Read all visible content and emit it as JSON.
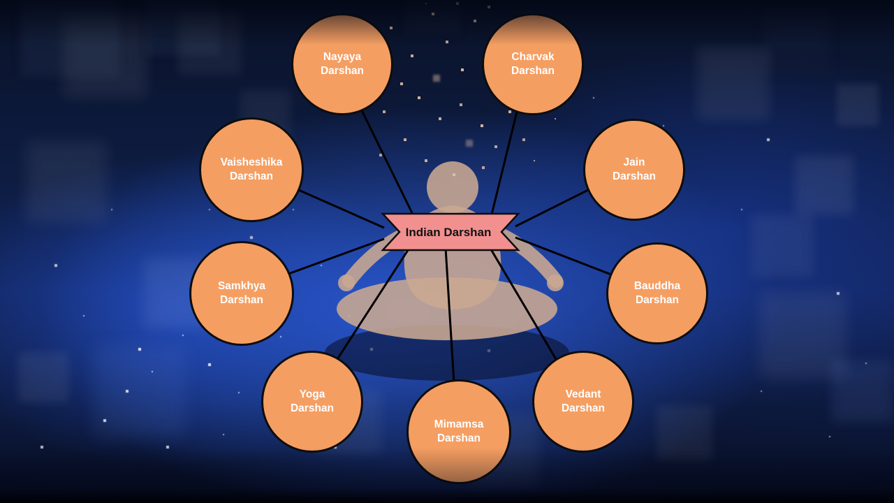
{
  "diagram": {
    "center": {
      "label": "Indian Darshan"
    },
    "nodes": [
      {
        "id": "nayaya",
        "label": "Nayaya Darshan"
      },
      {
        "id": "charvak",
        "label": "Charvak Darshan"
      },
      {
        "id": "vaisheshika",
        "label": "Vaisheshika Darshan"
      },
      {
        "id": "jain",
        "label": "Jain Darshan"
      },
      {
        "id": "samkhya",
        "label": "Samkhya Darshan"
      },
      {
        "id": "bauddha",
        "label": "Bauddha Darshan"
      },
      {
        "id": "yoga",
        "label": "Yoga Darshan"
      },
      {
        "id": "mimamsa",
        "label": "Mimamsa Darshan"
      },
      {
        "id": "vedant",
        "label": "Vedant Darshan"
      }
    ],
    "colors": {
      "node_fill": "#F59E62",
      "node_border": "#0D0D0D",
      "center_fill": "#F29090",
      "connector": "#000000",
      "node_text": "#FFFFFF",
      "center_text": "#111111",
      "background_blue": "#12255C"
    }
  }
}
